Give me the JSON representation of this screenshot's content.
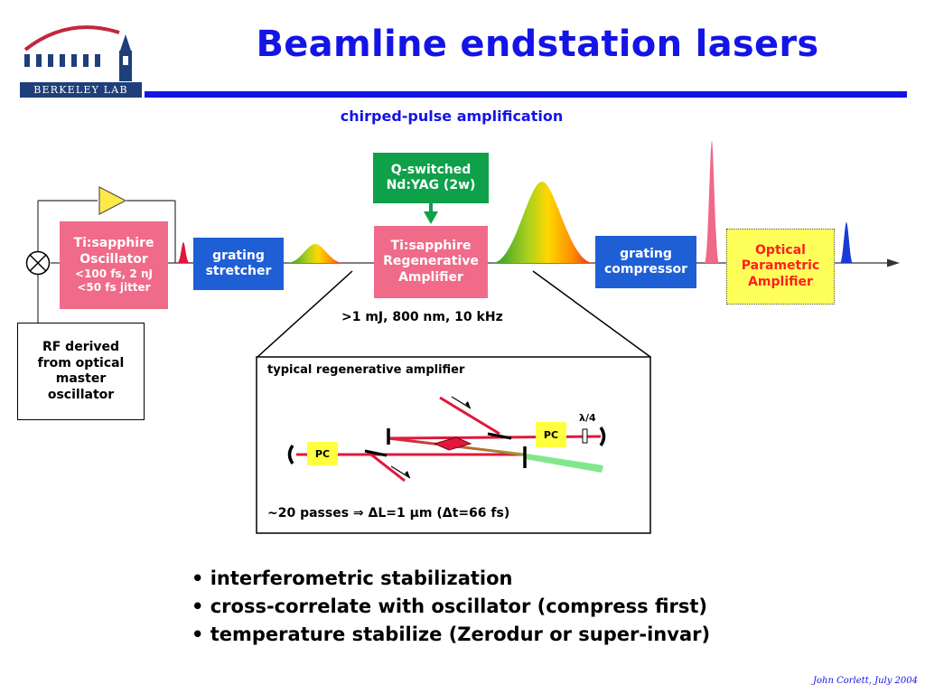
{
  "header": {
    "title": "Beamline endstation lasers",
    "logo_text": "BERKELEY LAB"
  },
  "diagram": {
    "subtitle": "chirped-pulse amplification",
    "oscillator": {
      "line1": "Ti:sapphire",
      "line2": "Oscillator",
      "line3": "<100 fs, 2 nJ",
      "line4": "<50 fs jitter"
    },
    "stretcher": {
      "line1": "grating",
      "line2": "stretcher"
    },
    "qswitch": {
      "line1": "Q-switched",
      "line2": "Nd:YAG (2w)"
    },
    "regen": {
      "line1": "Ti:sapphire",
      "line2": "Regenerative",
      "line3": "Amplifier"
    },
    "compressor": {
      "line1": "grating",
      "line2": "compressor"
    },
    "opa": {
      "line1": "Optical",
      "line2": "Parametric",
      "line3": "Amplifier"
    },
    "rf": {
      "line1": "RF derived",
      "line2": "from optical",
      "line3": "master",
      "line4": "oscillator"
    },
    "regen_output": ">1 mJ, 800 nm, 10 kHz",
    "inset": {
      "title": "typical regenerative amplifier",
      "pc_left": "PC",
      "pc_right": "PC",
      "waveplate": "λ/4",
      "footer": "~20 passes ⇒ ΔL=1 μm (Δt=66 fs)"
    }
  },
  "bullets": [
    "• interferometric stabilization",
    "• cross-correlate with oscillator (compress first)",
    "• temperature stabilize (Zerodur or super-invar)"
  ],
  "footer": {
    "credit": "John Corlett,  July 2004"
  },
  "colors": {
    "title_blue": "#1414e6",
    "logo_navy": "#1e3f7a",
    "oscillator_pink": "#f06a8a",
    "box_blue": "#1e5fd6",
    "qswitch_green": "#0fa04a",
    "opa_yellow": "#ffff5a",
    "beam_red": "#e0183c"
  }
}
